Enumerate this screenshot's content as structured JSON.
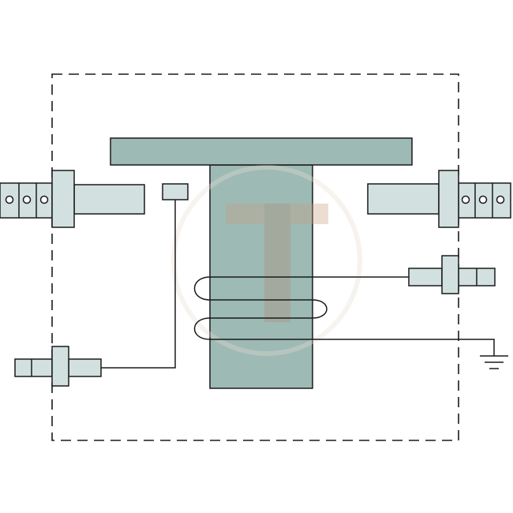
{
  "diagram": {
    "kind": "solenoid-relay-schematic",
    "colors": {
      "background": "#ffffff",
      "outline": "#1a1a1a",
      "plunger_fill": "#9dbab5",
      "terminal_fill": "#d3e0e0",
      "dashed_boundary": "#1a1a1a",
      "watermark": "#c9a080"
    },
    "components": [
      "enclosure-boundary",
      "contact-disc",
      "plunger-core",
      "coil-winding",
      "main-terminal-left",
      "main-terminal-right",
      "control-terminal-right",
      "control-terminal-left",
      "small-contact-tab",
      "ground-symbol"
    ],
    "watermark_letter": "T"
  }
}
